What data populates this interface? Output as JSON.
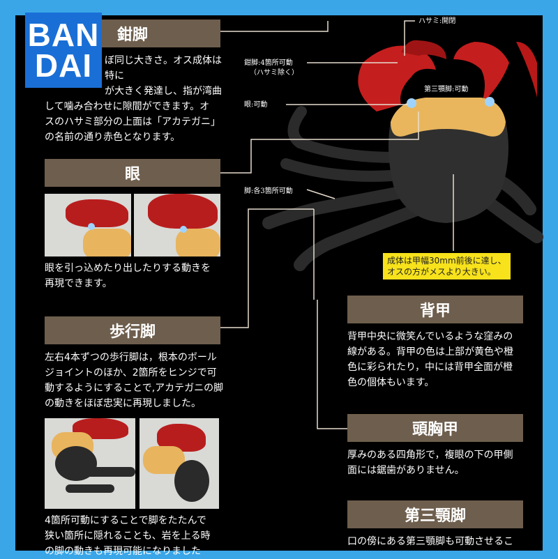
{
  "logo": {
    "line1": "BAN",
    "line2": "DAI"
  },
  "sections": {
    "claw": {
      "title": "鉗脚",
      "text": [
        "ぼ同じ大きさ。オス成体は特に",
        "が大きく発達し、指が湾曲",
        "して噛み合わせに隙間ができます。オ",
        "スのハサミ部分の上面は「アカテガニ」",
        "の名前の通り赤色となります。"
      ]
    },
    "eye": {
      "title": "眼",
      "text": [
        "眼を引っ込めたり出したりする動きを",
        "再現できます。"
      ]
    },
    "walking": {
      "title": "歩行脚",
      "text": [
        "左右4本ずつの歩行脚は，根本のボール",
        "ジョイントのほか、2箇所をヒンジで可",
        "動するようにすることで,アカテガニの脚",
        "の動きをほぼ忠実に再現しました。"
      ],
      "text2": [
        "4箇所可動にすることで脚をたたんで",
        "狭い箇所に隠れることも、岩を上る時",
        "の脚の動きも再現可能になりました"
      ]
    },
    "carapace": {
      "title": "背甲",
      "text": [
        "背甲中央に微笑んでいるような窪みの",
        "線がある。背甲の色は上部が黄色や橙",
        "色に彩られたり，中には背甲全面が橙",
        "色の個体もいます。"
      ]
    },
    "cephalothorax": {
      "title": "頭胸甲",
      "text": [
        "厚みのある四角形で，複眼の下の甲側",
        "面には鋸歯がありません。"
      ]
    },
    "maxilliped": {
      "title": "第三顎脚",
      "text": [
        "口の傍にある第三顎脚も可動させるこ"
      ]
    }
  },
  "callouts": {
    "scissor_open": "ハサミ:開閉",
    "claw_leg_1": "鉗脚:4箇所可動",
    "claw_leg_2": "（ハサミ除く）",
    "maxilliped_move": "第三顎脚:可動",
    "eye_move": "眼:可動",
    "legs_move": "脚:各3箇所可動",
    "size_note_1": "成体は甲幅30mm前後に達し、",
    "size_note_2": "オスの方がメスより大きい。"
  },
  "colors": {
    "frame": "#3aa6e8",
    "header": "#6e5e4d",
    "logo": "#1a6fd6",
    "callout_box": "#f7e21b"
  }
}
